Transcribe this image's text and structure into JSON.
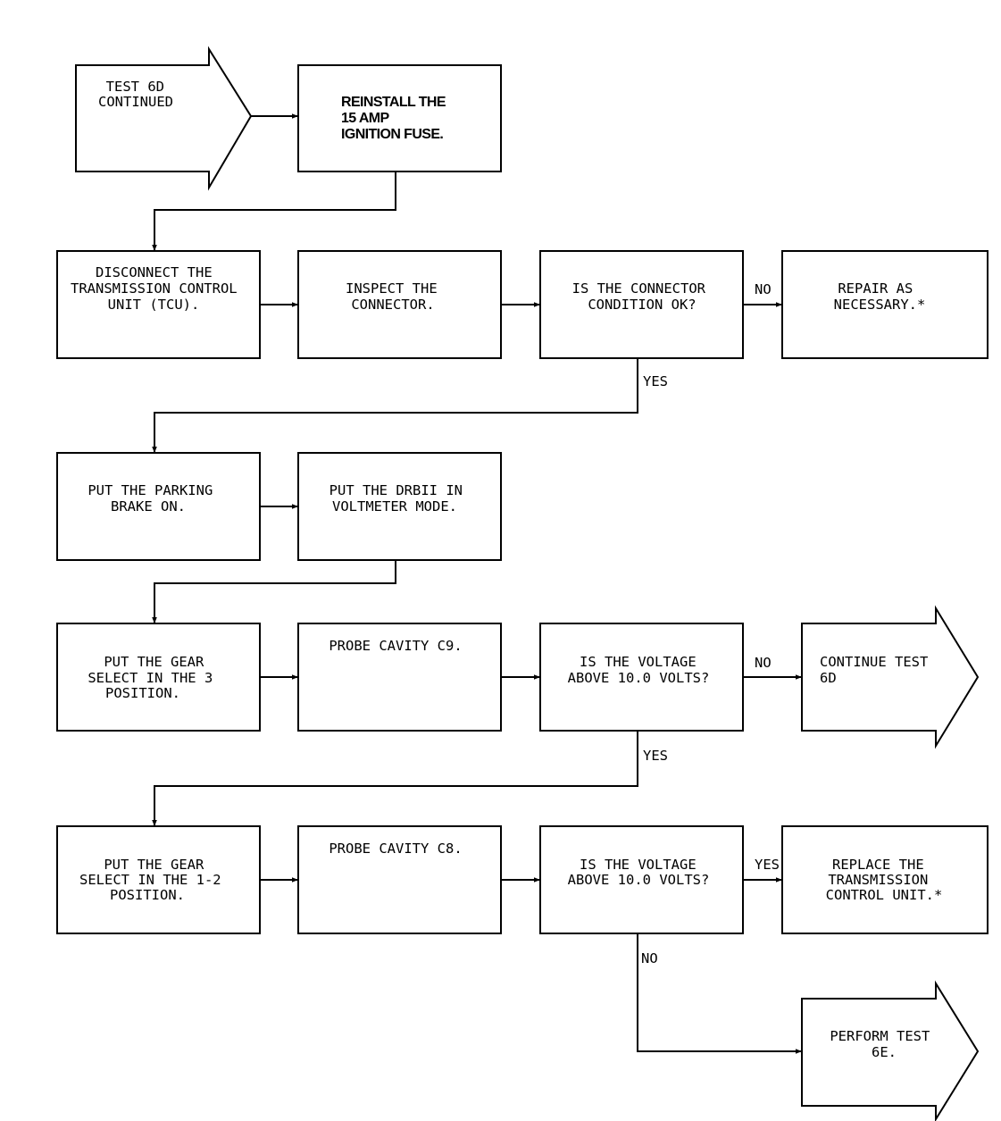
{
  "nodes": {
    "start": {
      "lines": [
        "TEST 6D",
        "CONTINUED"
      ]
    },
    "reinstall": {
      "lines": [
        "REINSTALL THE",
        "15 AMP",
        "IGNITION FUSE."
      ]
    },
    "disconnect": {
      "lines": [
        "DISCONNECT THE",
        "TRANSMISSION CONTROL",
        "UNIT (TCU)."
      ]
    },
    "inspect": {
      "lines": [
        "INSPECT THE",
        "CONNECTOR."
      ]
    },
    "q_connector": {
      "lines": [
        "IS THE CONNECTOR",
        "CONDITION OK?"
      ]
    },
    "repair": {
      "lines": [
        "REPAIR AS",
        "NECESSARY.*"
      ]
    },
    "parking": {
      "lines": [
        "PUT THE PARKING",
        "BRAKE ON."
      ]
    },
    "drbii": {
      "lines": [
        "PUT THE DRBII IN",
        "VOLTMETER MODE."
      ]
    },
    "gear3": {
      "lines": [
        "PUT THE GEAR",
        "SELECT IN THE 3",
        "POSITION."
      ]
    },
    "probe_c9": {
      "lines": [
        "PROBE CAVITY C9."
      ]
    },
    "q_volt_1": {
      "lines": [
        "IS THE VOLTAGE",
        "ABOVE 10.0 VOLTS?"
      ]
    },
    "continue": {
      "lines": [
        "CONTINUE TEST",
        "6D"
      ]
    },
    "gear12": {
      "lines": [
        "PUT THE GEAR",
        "SELECT IN THE 1-2",
        "POSITION."
      ]
    },
    "probe_c8": {
      "lines": [
        "PROBE CAVITY C8."
      ]
    },
    "q_volt_2": {
      "lines": [
        "IS THE VOLTAGE",
        "ABOVE 10.0 VOLTS?"
      ]
    },
    "replace": {
      "lines": [
        "REPLACE THE",
        "TRANSMISSION",
        "CONTROL UNIT.*"
      ]
    },
    "perform": {
      "lines": [
        "PERFORM TEST",
        "6E."
      ]
    }
  },
  "edge_labels": {
    "conn_no": "NO",
    "conn_yes": "YES",
    "volt1_no": "NO",
    "volt1_yes": "YES",
    "volt2_yes": "YES",
    "volt2_no": "NO"
  }
}
